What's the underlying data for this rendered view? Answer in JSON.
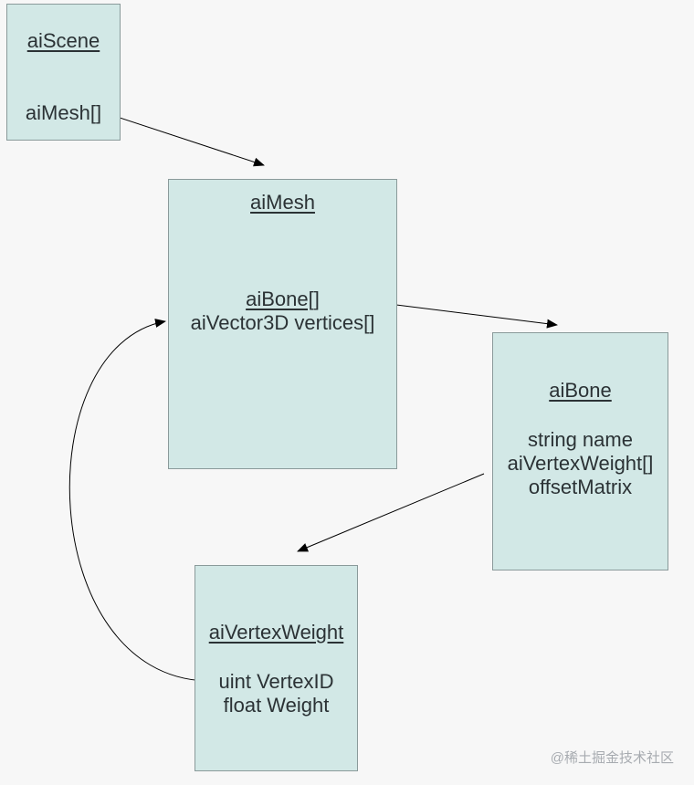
{
  "nodes": {
    "aiscene": {
      "title": "aiScene",
      "fields": [
        "aiMesh[]"
      ]
    },
    "aimesh": {
      "title": "aiMesh",
      "fields": [
        "aiBone[]",
        "aiVector3D vertices[]"
      ]
    },
    "aibone": {
      "title": "aiBone",
      "fields": [
        "string name",
        "aiVertexWeight[]",
        "offsetMatrix"
      ]
    },
    "aivertexweight": {
      "title": "aiVertexWeight",
      "fields": [
        "uint VertexID",
        "float Weight"
      ]
    }
  },
  "edges": [
    {
      "from": "aiScene.aiMesh[]",
      "to": "aiMesh"
    },
    {
      "from": "aiMesh.aiBone[]",
      "to": "aiBone"
    },
    {
      "from": "aiBone.aiVertexWeight[]",
      "to": "aiVertexWeight"
    },
    {
      "from": "aiVertexWeight.uint VertexID",
      "to": "aiMesh.aiVector3D vertices[]"
    }
  ],
  "colors": {
    "background": "#f7f7f7",
    "node_fill": "#d2e8e6",
    "node_border": "#8a9a9a",
    "text": "#2b3235",
    "edge": "#000000"
  },
  "watermark": "@稀土掘金技术社区"
}
